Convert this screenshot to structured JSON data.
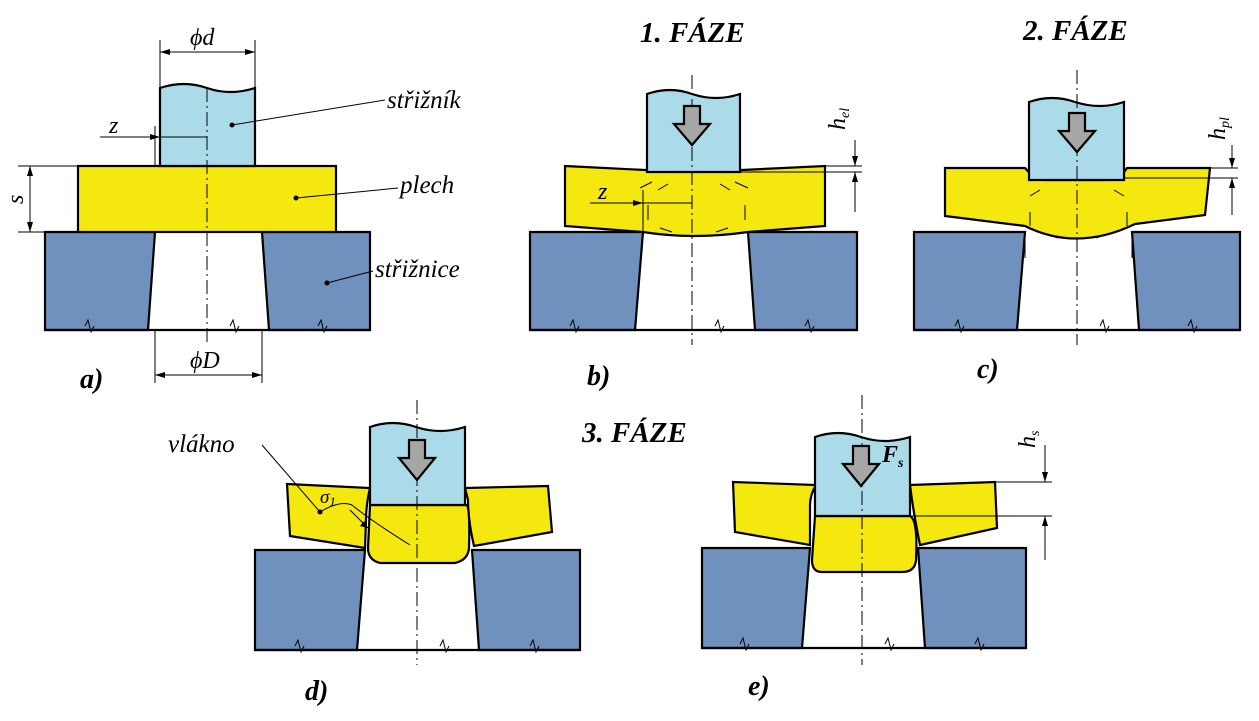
{
  "colors": {
    "punch": "#abdbe8",
    "sheet": "#f5e80e",
    "die": "#7090bd",
    "arrow": "#a6a6a6",
    "outline": "#000000"
  },
  "titles": {
    "phase1": "1. FÁZE",
    "phase2": "2. FÁZE",
    "phase3": "3. FÁZE"
  },
  "panel_labels": {
    "a": "a)",
    "b": "b)",
    "c": "c)",
    "d": "d)",
    "e": "e)"
  },
  "part_labels": {
    "punch": "střižník",
    "sheet": "plech",
    "die": "střižnice",
    "fiber": "vlákno"
  },
  "dimensions": {
    "punch_diameter": "ϕd",
    "die_diameter": "ϕD",
    "clearance": "z",
    "thickness": "s",
    "h": "h",
    "el": "el",
    "pl": "pl",
    "s_sub": "s",
    "force": "F",
    "force_sub": "s",
    "sigma": "σ",
    "sigma_sub": "1"
  }
}
